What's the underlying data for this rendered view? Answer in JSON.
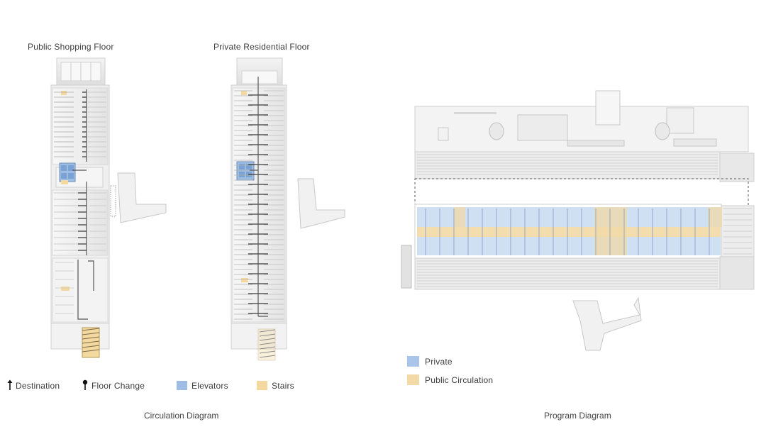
{
  "circulation": {
    "shopping_title": "Public Shopping Floor",
    "residential_title": "Private Residential Floor",
    "caption": "Circulation Diagram",
    "legend": {
      "destination": "Destination",
      "floor_change": "Floor Change",
      "elevators": "Elevators",
      "stairs": "Stairs"
    }
  },
  "program": {
    "caption": "Program Diagram",
    "legend": {
      "private": "Private",
      "public_circulation": "Public Circulation"
    }
  },
  "colors": {
    "elevators": "#9dbde3",
    "stairs": "#f3d9a0",
    "private": "#a9c6ea",
    "public_circulation": "#f2d9a6",
    "structure": "#e9e9e9",
    "line": "#555555"
  }
}
